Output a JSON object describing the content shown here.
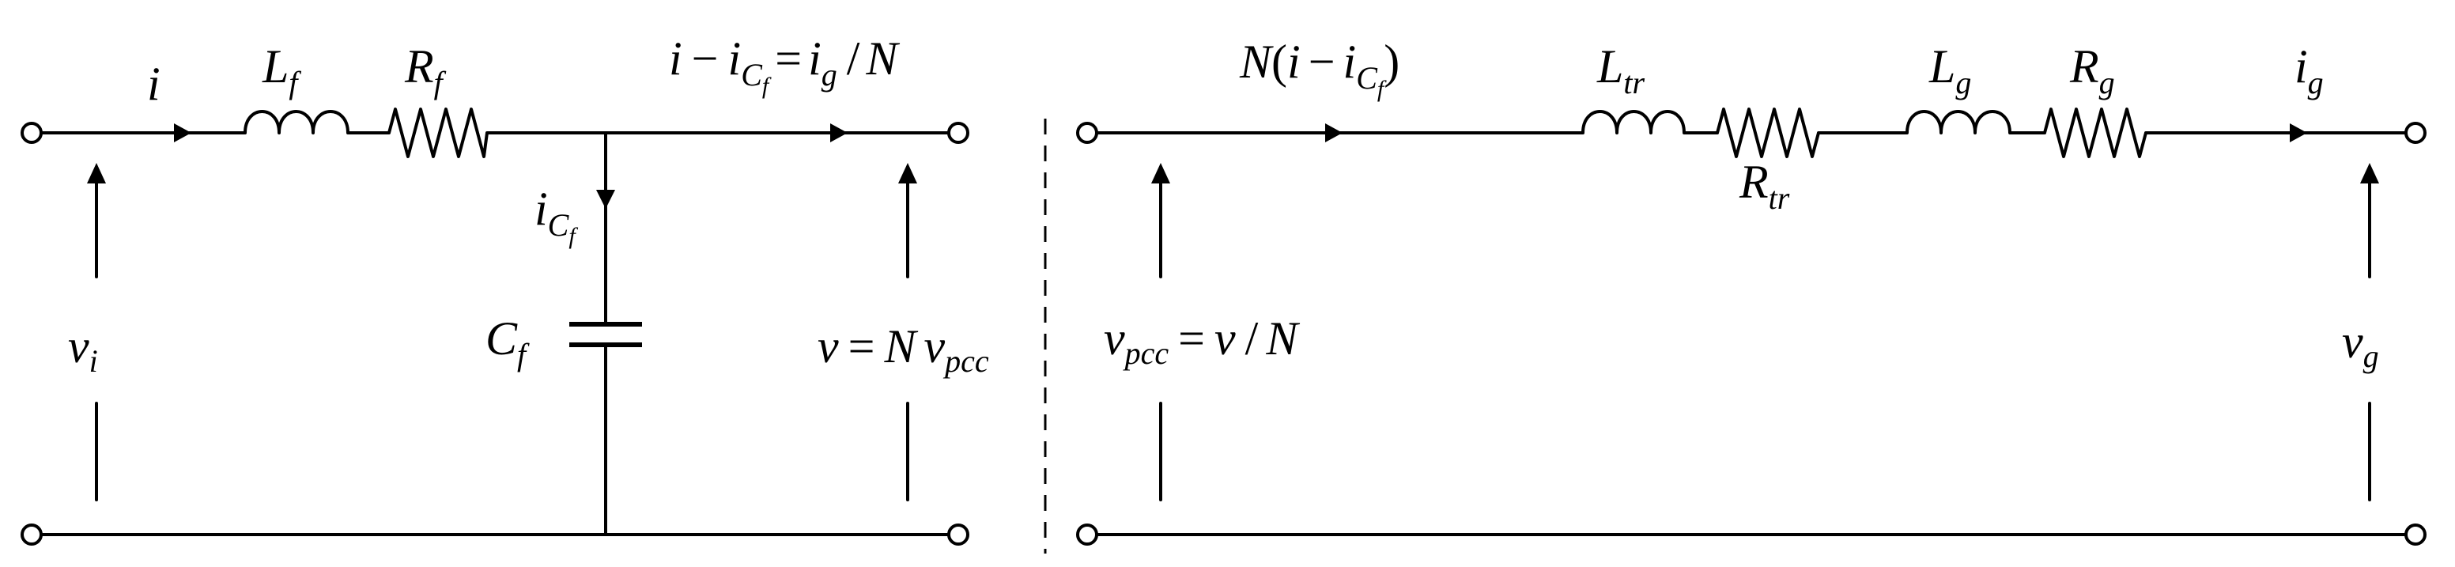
{
  "labels": {
    "i": "i",
    "L": "L",
    "f": "f",
    "R": "R",
    "C": "C",
    "v": "v",
    "N": "N",
    "g": "g",
    "tr": "tr",
    "pcc": "pcc",
    "minus": "−",
    "equals": "=",
    "slash": "/",
    "lparen": "(",
    "rparen": ")"
  }
}
